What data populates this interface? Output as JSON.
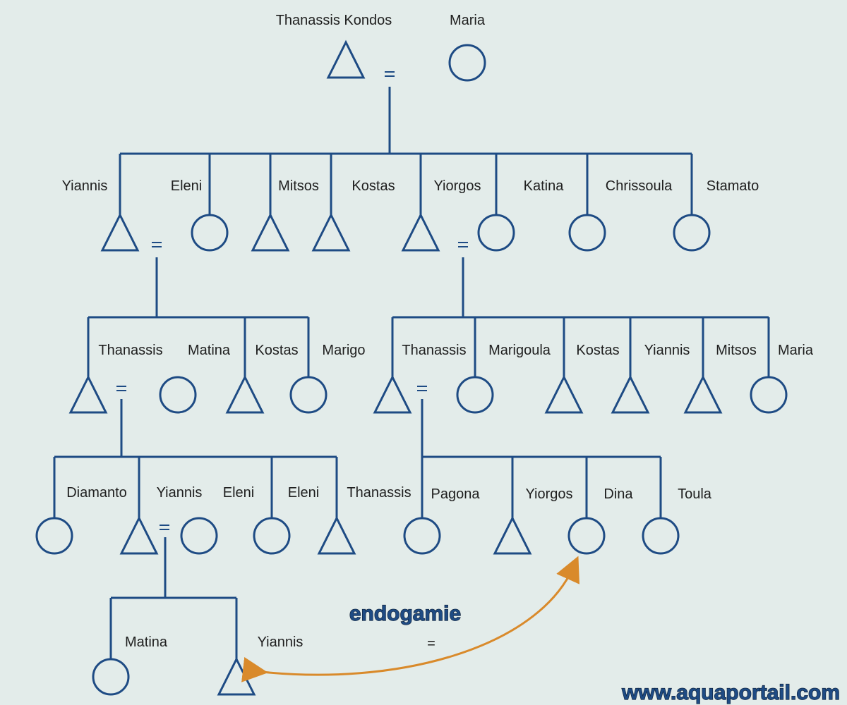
{
  "people": [
    {
      "id": "thanassis-kondos",
      "name": "Thanassis Kondos",
      "sex": "male"
    },
    {
      "id": "maria-g1",
      "name": "Maria",
      "sex": "female"
    },
    {
      "id": "yiannis-g2",
      "name": "Yiannis",
      "sex": "male"
    },
    {
      "id": "eleni-g2",
      "name": "Eleni",
      "sex": "female"
    },
    {
      "id": "mitsos-g2",
      "name": "Mitsos",
      "sex": "male"
    },
    {
      "id": "kostas-g2",
      "name": "Kostas",
      "sex": "male"
    },
    {
      "id": "yiorgos-g2",
      "name": "Yiorgos",
      "sex": "male"
    },
    {
      "id": "katina-g2",
      "name": "Katina",
      "sex": "female"
    },
    {
      "id": "chrissoula-g2",
      "name": "Chrissoula",
      "sex": "female"
    },
    {
      "id": "stamato-g2",
      "name": "Stamato",
      "sex": "female"
    },
    {
      "id": "thanassis-g3a",
      "name": "Thanassis",
      "sex": "male"
    },
    {
      "id": "matina-g3",
      "name": "Matina",
      "sex": "female"
    },
    {
      "id": "kostas-g3a",
      "name": "Kostas",
      "sex": "male"
    },
    {
      "id": "marigo-g3",
      "name": "Marigo",
      "sex": "female"
    },
    {
      "id": "thanassis-g3b",
      "name": "Thanassis",
      "sex": "male"
    },
    {
      "id": "marigoula-g3",
      "name": "Marigoula",
      "sex": "female"
    },
    {
      "id": "kostas-g3b",
      "name": "Kostas",
      "sex": "male"
    },
    {
      "id": "yiannis-g3",
      "name": "Yiannis",
      "sex": "male"
    },
    {
      "id": "mitsos-g3",
      "name": "Mitsos",
      "sex": "male"
    },
    {
      "id": "maria-g3",
      "name": "Maria",
      "sex": "female"
    },
    {
      "id": "diamanto-g4",
      "name": "Diamanto",
      "sex": "female"
    },
    {
      "id": "yiannis-g4",
      "name": "Yiannis",
      "sex": "male"
    },
    {
      "id": "eleni-g4a",
      "name": "Eleni",
      "sex": "female"
    },
    {
      "id": "eleni-g4b",
      "name": "Eleni",
      "sex": "female"
    },
    {
      "id": "thanassis-g4",
      "name": "Thanassis",
      "sex": "male"
    },
    {
      "id": "pagona-g4",
      "name": "Pagona",
      "sex": "female"
    },
    {
      "id": "yiorgos-g4",
      "name": "Yiorgos",
      "sex": "male"
    },
    {
      "id": "dina-g4",
      "name": "Dina",
      "sex": "female"
    },
    {
      "id": "toula-g4",
      "name": "Toula",
      "sex": "female"
    },
    {
      "id": "matina-g5",
      "name": "Matina",
      "sex": "female"
    },
    {
      "id": "yiannis-g5",
      "name": "Yiannis",
      "sex": "male"
    }
  ],
  "marriages": [
    {
      "a": "thanassis-kondos",
      "b": "maria-g1"
    },
    {
      "a": "yiannis-g2",
      "b": "eleni-g2"
    },
    {
      "a": "yiorgos-g2",
      "b": "katina-g2"
    },
    {
      "a": "thanassis-g3a",
      "b": "matina-g3"
    },
    {
      "a": "thanassis-g3b",
      "b": "marigoula-g3"
    },
    {
      "a": "yiannis-g4",
      "b": "eleni-g4a"
    },
    {
      "a": "yiannis-g5",
      "b": "dina-g4"
    }
  ],
  "annotation": {
    "label": "endogamie",
    "symbol": "="
  },
  "watermark": "www.aquaportail.com",
  "colors": {
    "lines": "#1e4b84",
    "arrow": "#d98a2b",
    "background": "#e3ecea"
  }
}
